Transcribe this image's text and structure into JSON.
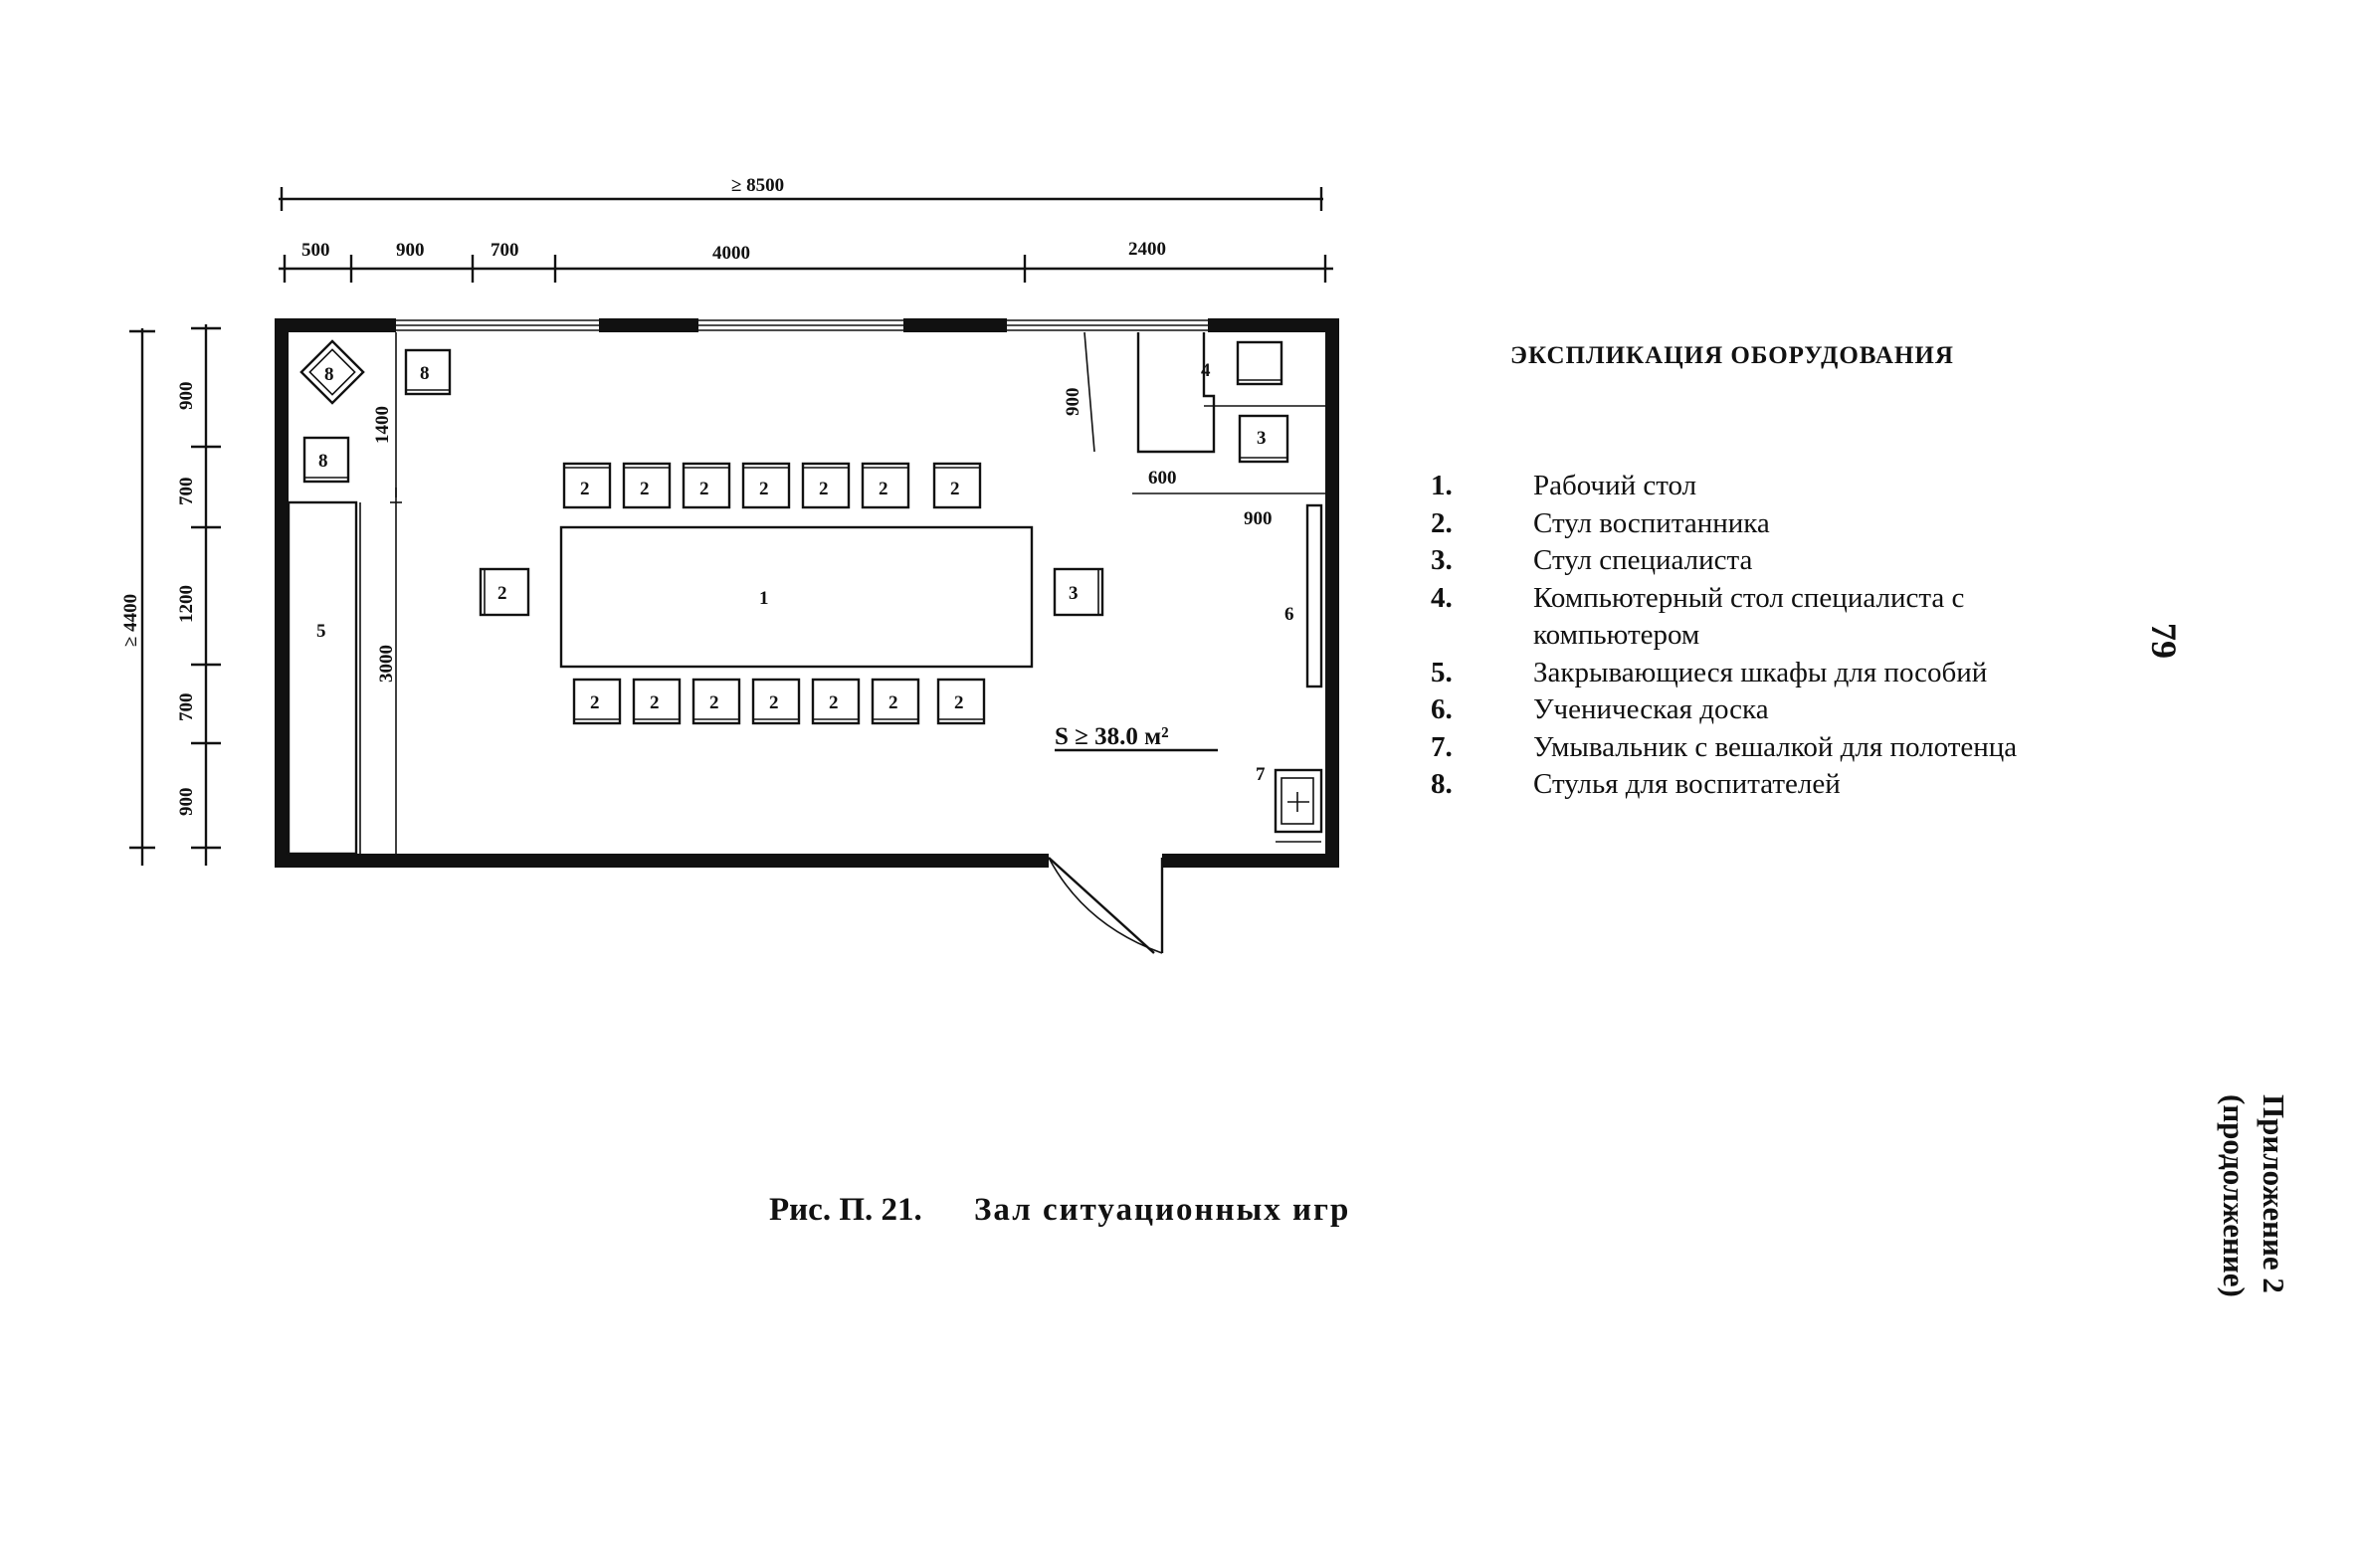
{
  "plan": {
    "overall_width": "≥ 8500",
    "overall_height": "≥ 4400",
    "top_dims": [
      "500",
      "900",
      "700",
      "4000",
      "2400"
    ],
    "left_dims": [
      "900",
      "700",
      "1200",
      "700",
      "900"
    ],
    "inner_dims": {
      "d1400": "1400",
      "d3000": "3000",
      "d900_top_right": "900",
      "d600": "600",
      "d900_right": "900"
    },
    "area": "S ≥ 38.0 м²",
    "labels": {
      "table": "1",
      "student_chair": "2",
      "specialist_chair": "3",
      "computer_desk": "4",
      "cabinets": "5",
      "board": "6",
      "washbasin": "7",
      "teacher_chair": "8"
    }
  },
  "legend": {
    "title": "ЭКСПЛИКАЦИЯ ОБОРУДОВАНИЯ",
    "items": [
      {
        "n": "1.",
        "text": "Рабочий стол"
      },
      {
        "n": "2.",
        "text": "Стул воспитанника"
      },
      {
        "n": "3.",
        "text": "Стул специалиста"
      },
      {
        "n": "4.",
        "text": "Компьютерный стол специалиста с компьютером"
      },
      {
        "n": "5.",
        "text": "Закрывающиеся шкафы для пособий"
      },
      {
        "n": "6.",
        "text": "Ученическая доска"
      },
      {
        "n": "7.",
        "text": "Умывальник с вешалкой для полотенца"
      },
      {
        "n": "8.",
        "text": "Стулья для воспитателей"
      }
    ]
  },
  "caption": {
    "label": "Рис. П. 21.",
    "title": "Зал ситуационных игр"
  },
  "page_number": "79",
  "side_heading": {
    "line1": "Приложение 2",
    "line2": "(продолжение)"
  }
}
